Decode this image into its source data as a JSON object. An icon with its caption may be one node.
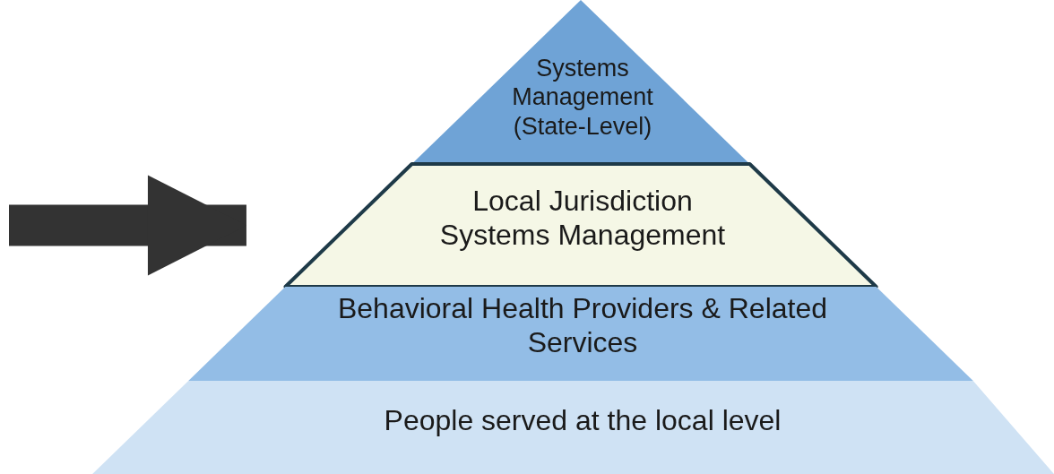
{
  "diagram": {
    "nodes": [
      {
        "text": [
          "Systems Management (State-Level)"
        ]
      },
      {
        "text": [
          "Local Jurisdiction Systems Management"
        ]
      },
      {
        "text": [
          "Behavioral Health Providers & Related Services"
        ]
      },
      {
        "text": [
          "People served at the local level"
        ]
      }
    ],
    "edges": [
      {
        "from": null,
        "to": 1,
        "arrow": "to"
      }
    ]
  }
}
